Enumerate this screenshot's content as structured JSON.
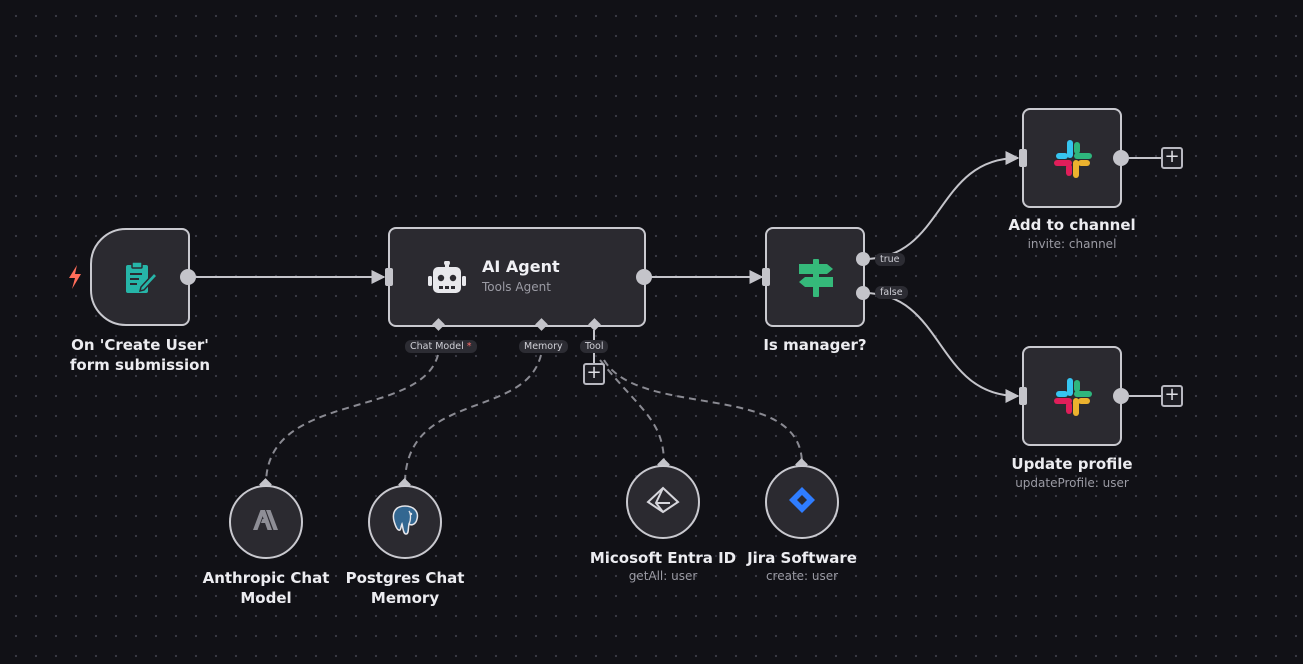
{
  "colors": {
    "canvas": "#111116",
    "node_fill": "#2b2a30",
    "node_border": "#c9c9cf",
    "trigger_bolt": "#ff6d5a",
    "form_icon": "#26b5a8",
    "if_icon": "#35b97a",
    "jira_blue": "#2f7dff"
  },
  "nodes": {
    "trigger": {
      "label": "On 'Create User' form submission",
      "icon": "form-icon",
      "trigger_icon": "lightning-bolt-icon"
    },
    "agent": {
      "title": "AI Agent",
      "subtitle": "Tools Agent",
      "icon": "robot-icon"
    },
    "if": {
      "label": "Is manager?",
      "icon": "signpost-icon"
    },
    "slack_add": {
      "label": "Add to channel",
      "sub": "invite: channel",
      "icon": "slack-icon"
    },
    "slack_update": {
      "label": "Update profile",
      "sub": "updateProfile: user",
      "icon": "slack-icon"
    },
    "anthropic": {
      "label": "Anthropic Chat Model",
      "icon": "anthropic-icon"
    },
    "postgres": {
      "label": "Postgres Chat Memory",
      "icon": "postgres-elephant-icon"
    },
    "entra": {
      "label": "Micosoft Entra ID",
      "sub": "getAll: user",
      "icon": "entra-icon"
    },
    "jira": {
      "label": "Jira Software",
      "sub": "create: user",
      "icon": "jira-icon"
    }
  },
  "connectors": {
    "chat_model": "Chat Model",
    "chat_model_required": "*",
    "memory": "Memory",
    "tool": "Tool",
    "branch_true": "true",
    "branch_false": "false",
    "plus": "+"
  }
}
